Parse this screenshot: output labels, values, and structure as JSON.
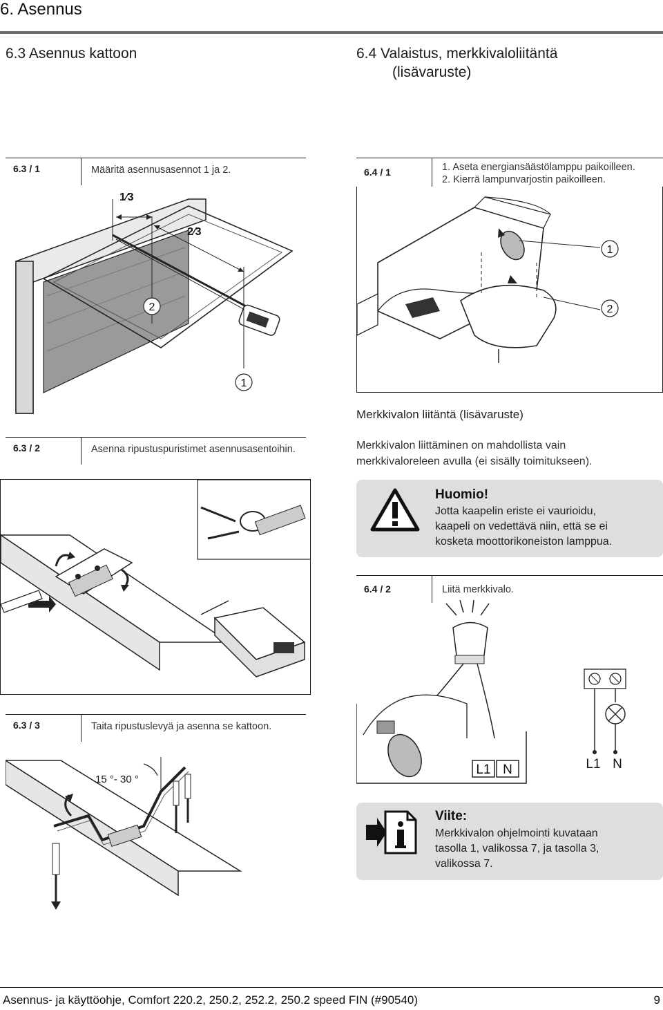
{
  "header": {
    "chapter": "6.   Asennus"
  },
  "left": {
    "section_title": "6.3   Asennus kattoon",
    "step1": {
      "num": "6.3 / 1",
      "text": "Määritä asennusasennot 1 ja 2."
    },
    "fig1": {
      "fraction1": "1⁄3",
      "fraction2": "2⁄3",
      "label1": "1",
      "label2": "2"
    },
    "step2": {
      "num": "6.3 / 2",
      "text": "Asenna ripustuspuristimet asennusasentoihin."
    },
    "step3": {
      "num": "6.3 / 3",
      "text": "Taita ripustuslevyä ja asenna se kattoon."
    },
    "fig3": {
      "angle": "15 °- 30 °"
    }
  },
  "right": {
    "section_title_line1": "6.4   Valaistus, merkkivaloliitäntä",
    "section_title_line2": "(lisävaruste)",
    "step1": {
      "num": "6.4 / 1",
      "line1": "1. Aseta energiansäästölamppu paikoilleen.",
      "line2": "2. Kierrä lampunvarjostin paikoilleen."
    },
    "fig1": {
      "label1": "1",
      "label2a": "2",
      "label2b": "2"
    },
    "sub_heading": "Merkkivalon liitäntä (lisävaruste)",
    "para_line1": "Merkkivalon liittäminen on mahdollista vain",
    "para_line2": "merkkivaloreleen avulla (ei sisälly toimitukseen).",
    "warning": {
      "title": "Huomio!",
      "line1": "Jotta kaapelin eriste ei vaurioidu,",
      "line2": "kaapeli on vedettävä niin, että se ei",
      "line3": "kosketa moottorikoneiston lamppua."
    },
    "step2": {
      "num": "6.4 / 2",
      "text": "Liitä merkkivalo."
    },
    "fig2": {
      "term_boxed_l1": "L1",
      "term_boxed_n": "N",
      "term_l1": "L1",
      "term_n": "N"
    },
    "note": {
      "title": "Viite:",
      "line1": "Merkkivalon ohjelmointi kuvataan",
      "line2": "tasolla 1, valikossa 7, ja tasolla 3,",
      "line3": "valikossa 7."
    }
  },
  "footer": {
    "text": "Asennus- ja käyttöohje, Comfort 220.2, 250.2, 252.2, 250.2 speed FIN (#90540)",
    "page": "9"
  }
}
